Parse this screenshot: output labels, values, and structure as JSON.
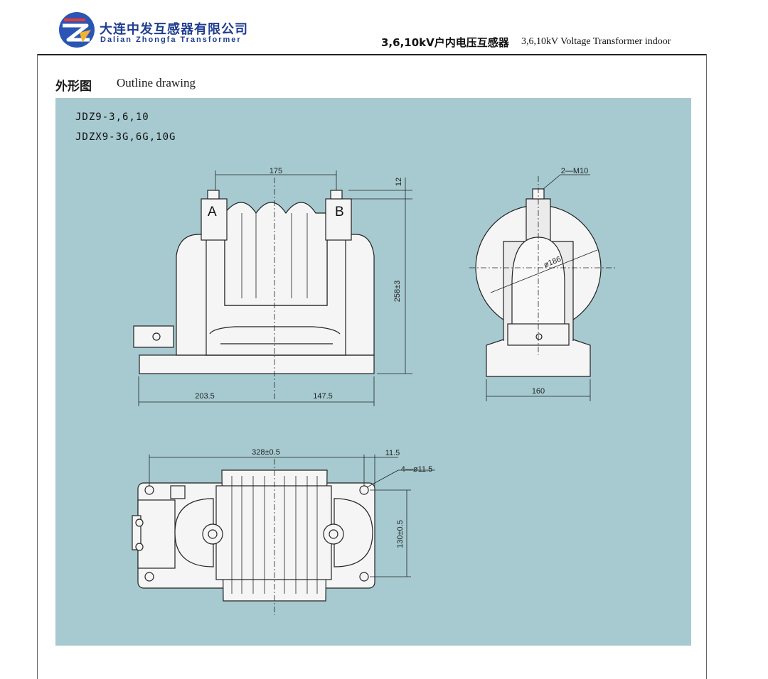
{
  "header": {
    "company_cn": "大连中发互感器有限公司",
    "company_en": "Dalian Zhongfa Transformer",
    "product_cn": "3,6,10kV户内电压互感器",
    "product_en": "3,6,10kV Voltage Transformer indoor"
  },
  "section": {
    "title_cn": "外形图",
    "title_en": "Outline drawing"
  },
  "models": [
    "JDZ9-3,6,10",
    "JDZX9-3G,6G,10G"
  ],
  "front_view": {
    "dim_top": "175",
    "dim_bolt": "12",
    "dim_height": "258±3",
    "dim_left": "203.5",
    "dim_right": "147.5",
    "terminal_a": "A",
    "terminal_b": "B"
  },
  "side_view": {
    "dim_bolt": "2—M10",
    "dim_dia": "ø186",
    "dim_width": "160"
  },
  "plan_view": {
    "dim_length": "328±0.5",
    "dim_offset": "11.5",
    "dim_holes": "4—ø11.5",
    "dim_depth": "130±0.5"
  },
  "colors": {
    "panel": "#a6cad0",
    "body_fill": "#f5f5f5",
    "brand_blue": "#1f3d8f"
  }
}
